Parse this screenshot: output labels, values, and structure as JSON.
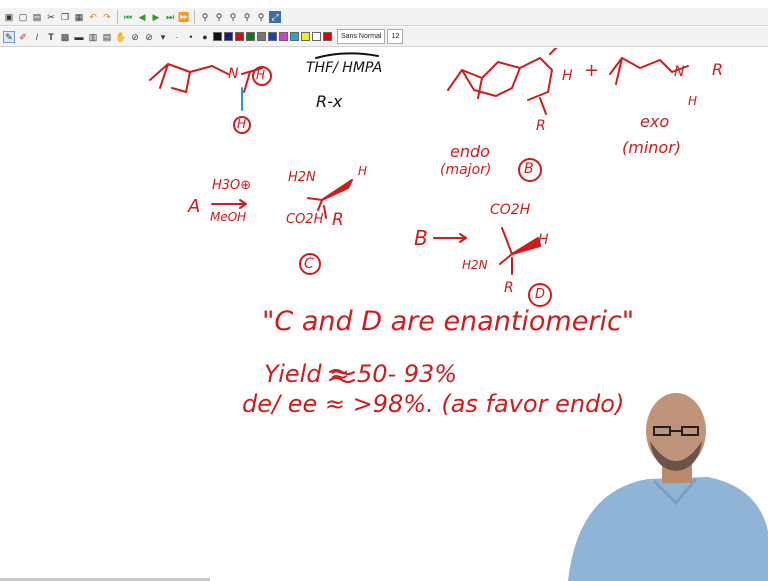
{
  "toolbar": {
    "font_name": "Sans Normal",
    "font_size": "12",
    "swatches": [
      "#111111",
      "#1a1a8c",
      "#cc1111",
      "#117711",
      "#777777",
      "#1144cc",
      "#cc44cc",
      "#22aacc",
      "#eeee22",
      "#ffffff",
      "#dd0000"
    ]
  },
  "notes": {
    "reagents_top": "THF/ HMPA",
    "reagent_rx": "R-x",
    "h_circled_bottom": "H",
    "h_circled_top": "H",
    "endo_major_line1": "endo",
    "endo_major_line2": "(major)",
    "label_B": "B",
    "exo_minor_line1": "exo",
    "exo_minor_line2": "(minor)",
    "product_r_left": "R",
    "product_h_left": "H",
    "product_r_right": "R",
    "product_h_right": "H",
    "plus_sign": "+",
    "ring_n_left": "N",
    "ring_n_right": "N",
    "label_A": "A",
    "hydrolysis_top": "H3O⊕",
    "hydrolysis_bottom": "MeOH",
    "c_h2n": "H2N",
    "c_h": "H",
    "c_co2h": "CO2H",
    "c_r": "R",
    "label_C": "C",
    "b_arrow_label": "B",
    "d_co2h": "CO2H",
    "d_h": "H",
    "d_h2n": "H2N",
    "d_r": "R",
    "label_D": "D",
    "statement": "\"C and D are enantiomeric\"",
    "yield": "Yield ≈ 50- 93%",
    "de_ee": "de/ ee ≈ >98%. (as favor endo)"
  },
  "colors": {
    "ink_red": "#d31a1a",
    "ink_black": "#111111",
    "ink_blue": "#1aa0d8"
  }
}
